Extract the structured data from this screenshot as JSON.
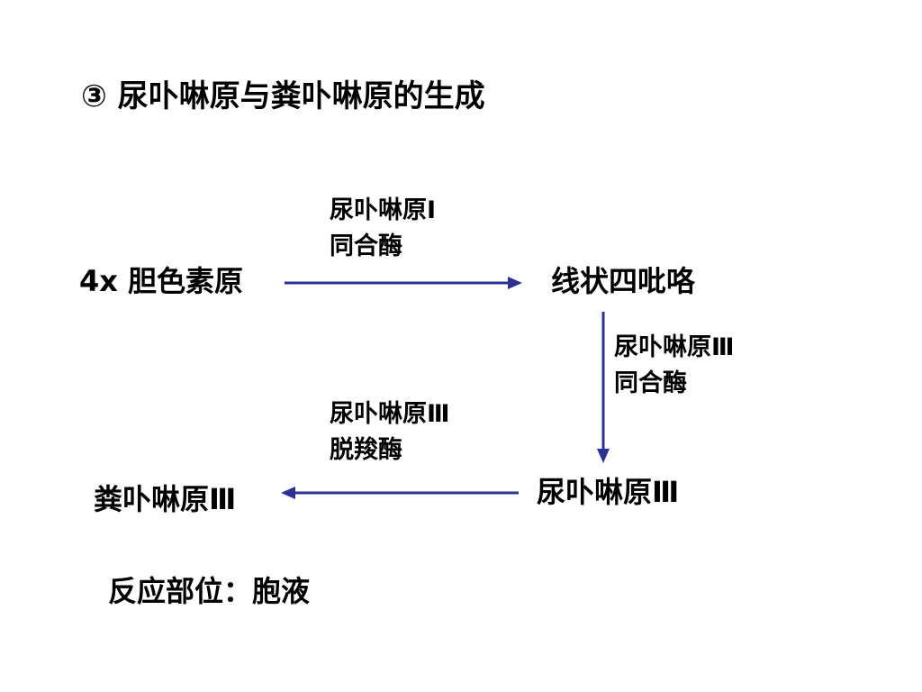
{
  "title": "③ 尿卟啉原与粪卟啉原的生成",
  "nodes": {
    "pbg": "4x 胆色素原",
    "linear": "线状四吡咯",
    "uro3": "尿卟啉原Ⅲ",
    "copro3": "粪卟啉原Ⅲ"
  },
  "enzymes": {
    "step1": {
      "line1": "尿卟啉原Ⅰ",
      "line2": "同合酶"
    },
    "step2": {
      "line1": "尿卟啉原Ⅲ",
      "line2": "同合酶"
    },
    "step3": {
      "line1": "尿卟啉原Ⅲ",
      "line2": "脱羧酶"
    }
  },
  "location": "反应部位：胞液",
  "colors": {
    "arrow": "#2e3192",
    "text": "#000000"
  }
}
